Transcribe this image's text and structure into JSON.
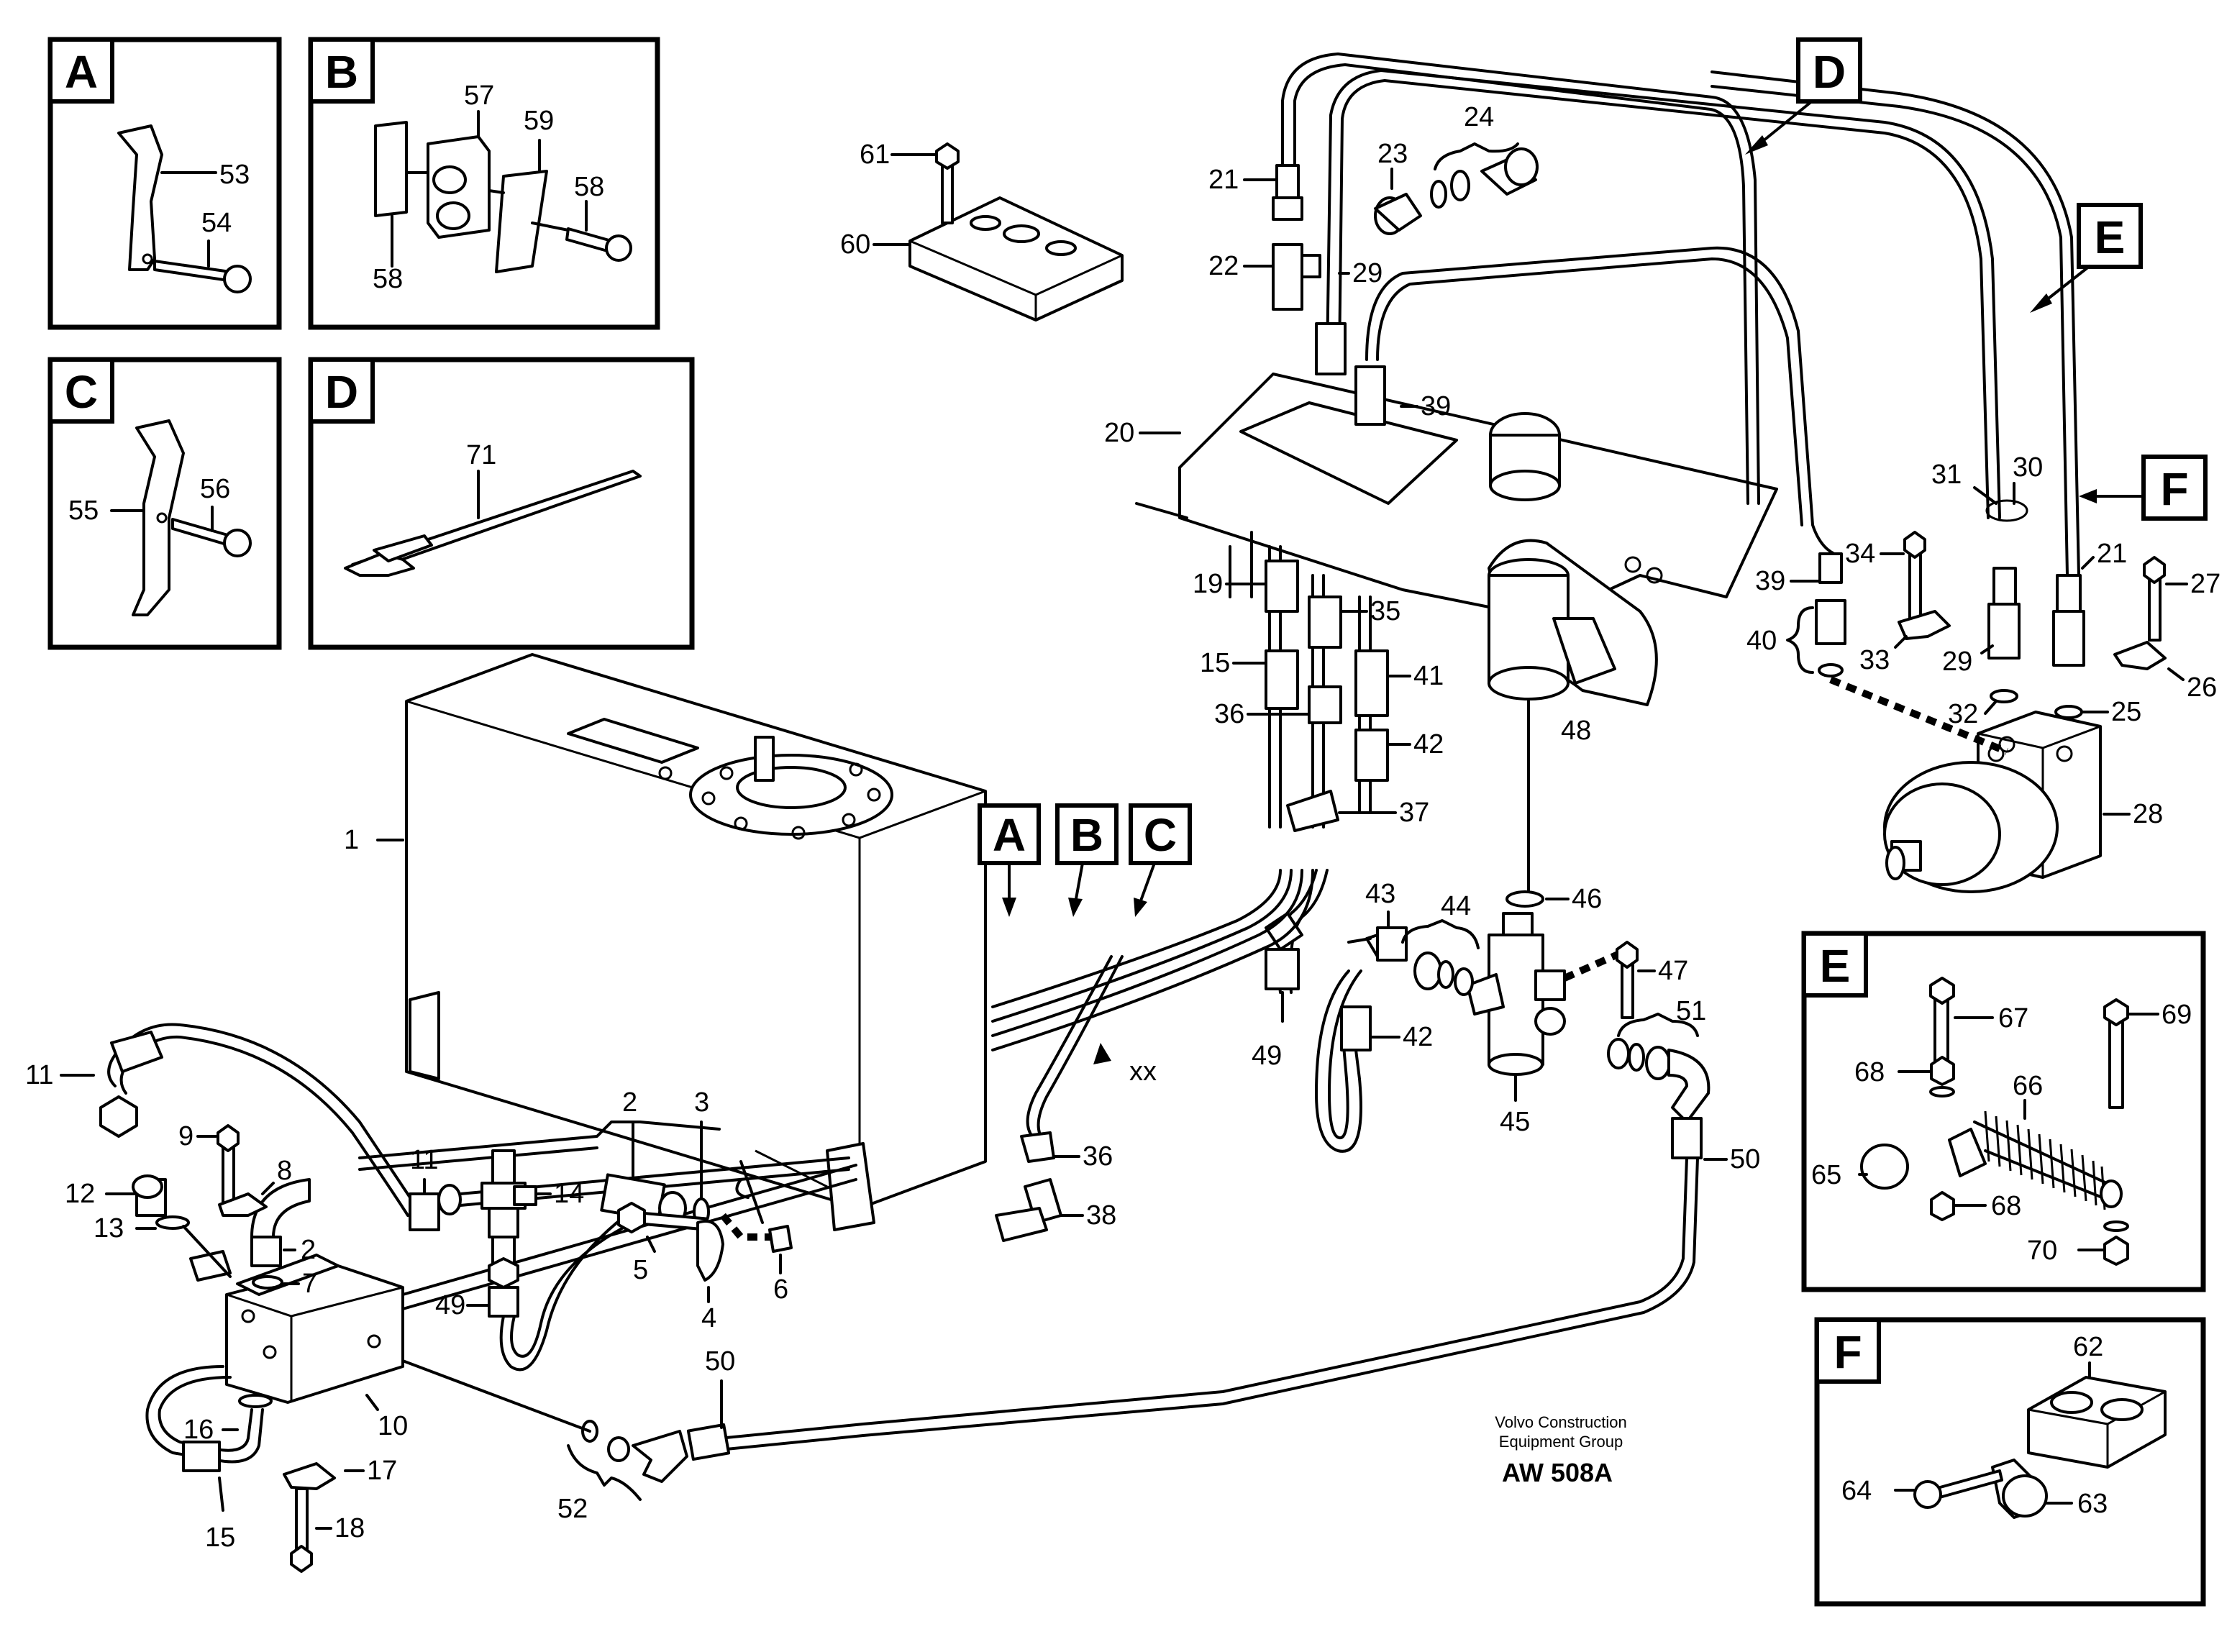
{
  "detail_views": {
    "A": {
      "tag": "A",
      "parts": [
        "53",
        "54"
      ]
    },
    "B": {
      "tag": "B",
      "parts": [
        "57",
        "58",
        "59",
        "58"
      ]
    },
    "C": {
      "tag": "C",
      "parts": [
        "55",
        "56"
      ]
    },
    "D": {
      "tag": "D",
      "parts": [
        "71"
      ]
    },
    "E": {
      "tag": "E",
      "parts": [
        "67",
        "68",
        "66",
        "69",
        "65",
        "68",
        "70"
      ]
    },
    "F": {
      "tag": "F",
      "parts": [
        "62",
        "64",
        "63"
      ]
    }
  },
  "pointer_tags": {
    "D": "D",
    "E": "E",
    "F": "F",
    "A": "A",
    "B": "B",
    "C": "C"
  },
  "callouts": {
    "n1": "1",
    "n2a": "2",
    "n2b": "2",
    "n3": "3",
    "n4": "4",
    "n5": "5",
    "n6": "6",
    "n7": "7",
    "n8": "8",
    "n9": "9",
    "n10": "10",
    "n11a": "11",
    "n11b": "11",
    "n12": "12",
    "n13": "13",
    "n14": "14",
    "n15a": "15",
    "n15b": "15",
    "n16": "16",
    "n17": "17",
    "n18": "18",
    "n19": "19",
    "n20": "20",
    "n21a": "21",
    "n21b": "21",
    "n22": "22",
    "n23": "23",
    "n24": "24",
    "n25": "25",
    "n26": "26",
    "n27": "27",
    "n28": "28",
    "n29a": "29",
    "n29b": "29",
    "n30": "30",
    "n31": "31",
    "n32": "32",
    "n33": "33",
    "n34": "34",
    "n35": "35",
    "n36a": "36",
    "n36b": "36",
    "n37": "37",
    "n38": "38",
    "n39a": "39",
    "n39b": "39",
    "n40": "40",
    "n41": "41",
    "n42a": "42",
    "n42b": "42",
    "n43": "43",
    "n44": "44",
    "n45": "45",
    "n46": "46",
    "n47": "47",
    "n48": "48",
    "n49a": "49",
    "n49b": "49",
    "n50a": "50",
    "n50b": "50",
    "n51": "51",
    "n52": "52",
    "n60": "60",
    "n61": "61",
    "xx": "xx"
  },
  "footer": {
    "line1": "Volvo Construction",
    "line2": "Equipment Group",
    "code": "AW 508A"
  }
}
